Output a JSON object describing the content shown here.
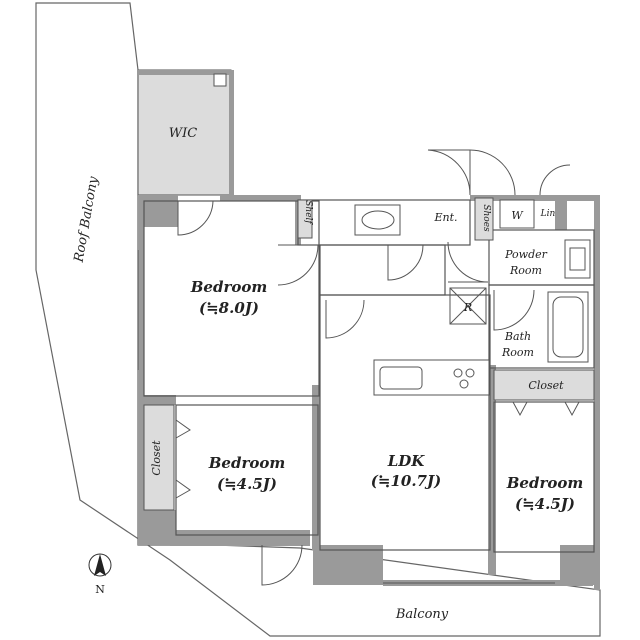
{
  "rooms": {
    "wic": "WIC",
    "roof_balcony": "Roof Balcony",
    "bedroom_main": {
      "name": "Bedroom",
      "size": "(≒8.0J)"
    },
    "bedroom_left": {
      "name": "Bedroom",
      "size": "(≒4.5J)"
    },
    "bedroom_right": {
      "name": "Bedroom",
      "size": "(≒4.5J)"
    },
    "ldk": {
      "name": "LDK",
      "size": "(≒10.7J)"
    },
    "closet_left": "Closet",
    "closet_right": "Closet",
    "shelf": "Shelf",
    "entrance": "Ent.",
    "shoes": "Shoes",
    "washer": "W",
    "linen": "Lin",
    "powder_room": {
      "line1": "Powder",
      "line2": "Room"
    },
    "bath_room": {
      "line1": "Bath",
      "line2": "Room"
    },
    "refrigerator": "R",
    "balcony": "Balcony"
  },
  "compass": {
    "north": "N"
  },
  "colors": {
    "wall": "#9a9a9a",
    "wic_fill": "#dcdcdc",
    "line": "#555555"
  }
}
